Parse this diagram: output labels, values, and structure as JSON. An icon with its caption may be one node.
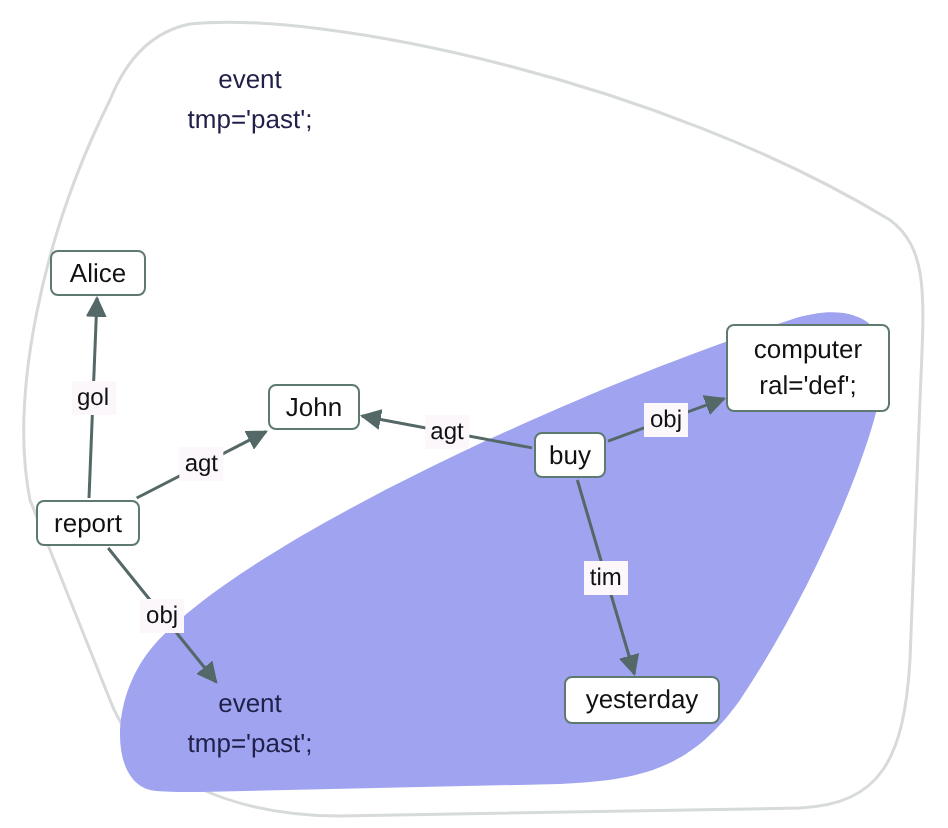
{
  "diagram": {
    "nodes": [
      {
        "text": [
          "event tmp='past';"
        ]
      },
      {
        "text": [
          "Alice"
        ],
        "in": 0
      },
      {
        "text": [
          "report"
        ],
        "in": 0
      },
      {
        "text": [
          "John"
        ],
        "in": 0
      },
      {
        "text": [
          "event tmp='past';"
        ],
        "in": 0
      },
      {
        "text": [
          "buy"
        ],
        "in": 4
      },
      {
        "text": [
          "computer ral='def';"
        ],
        "in": 4
      },
      {
        "text": [
          "yesterday"
        ],
        "in": 4
      }
    ],
    "edges": [
      {
        "from": 2,
        "to": 1,
        "arrow": "to",
        "label": "gol"
      },
      {
        "from": 2,
        "to": 3,
        "arrow": "to",
        "label": "agt"
      },
      {
        "from": 5,
        "to": 3,
        "arrow": "to",
        "label": "agt"
      },
      {
        "from": 5,
        "to": 6,
        "arrow": "to",
        "label": "obj"
      },
      {
        "from": 5,
        "to": 7,
        "arrow": "to",
        "label": "tim"
      },
      {
        "from": 2,
        "to": 4,
        "arrow": "to",
        "label": "obj"
      }
    ]
  }
}
